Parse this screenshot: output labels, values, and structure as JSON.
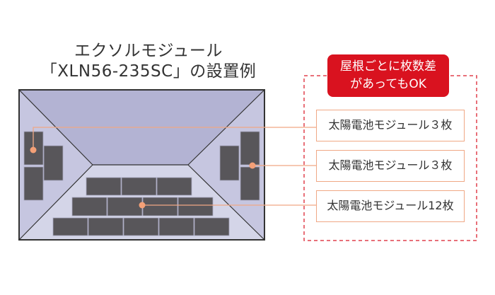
{
  "title": {
    "line1": "エクソルモジュール",
    "line2": "「XLN56-235SC」の設置例"
  },
  "badge": {
    "line1": "屋根ごとに枚数差",
    "line2": "があってもOK"
  },
  "labels": [
    {
      "text": "太陽電池モジュール３枚",
      "target": "left-roof-face",
      "count": 3
    },
    {
      "text": "太陽電池モジュール３枚",
      "target": "right-roof-face",
      "count": 3
    },
    {
      "text": "太陽電池モジュール12枚",
      "target": "front-roof-face",
      "count": 12
    }
  ],
  "colors": {
    "accent_red": "#d9121f",
    "leader_line": "#f0a885",
    "dot": "#f4a077",
    "module": "#58565a",
    "roof_top": "#b3b3d3",
    "roof_side": "#c6c6e0",
    "roof_front": "#d4d5e8",
    "outline": "#333333"
  }
}
